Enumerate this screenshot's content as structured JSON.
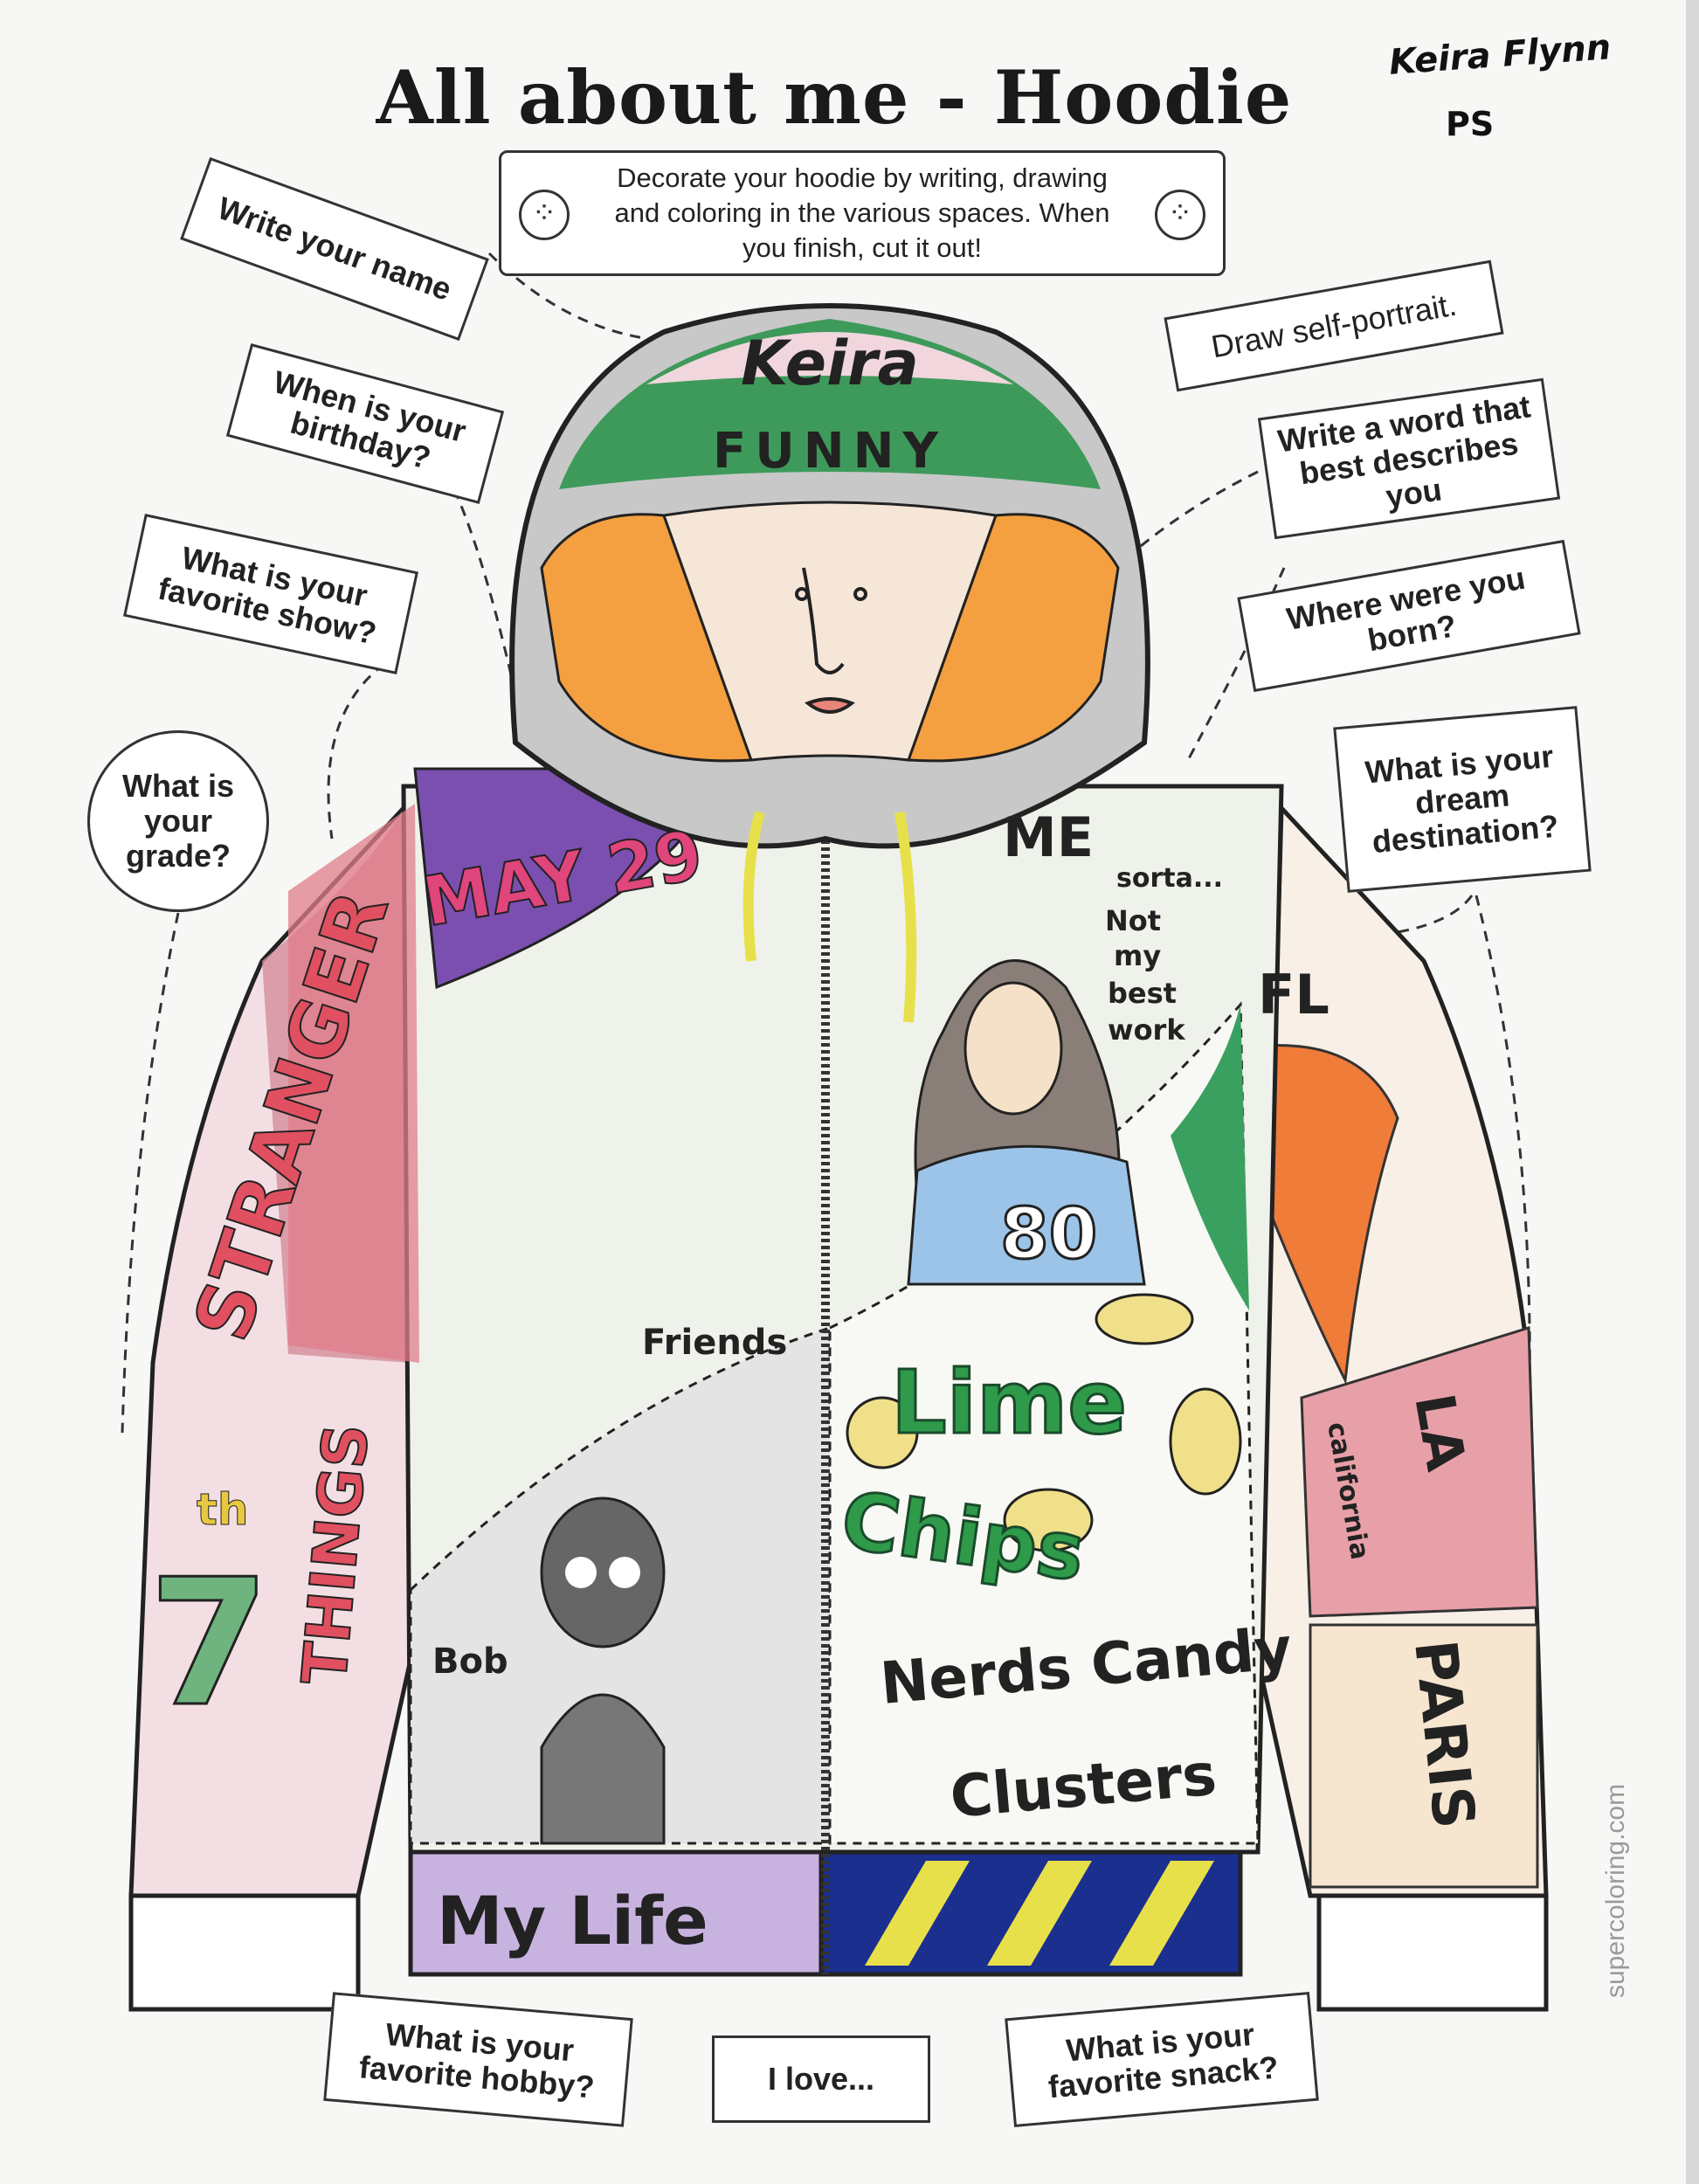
{
  "worksheet": {
    "title": "All about me - Hoodie",
    "student_name": "Keira Flynn",
    "student_initials": "PS",
    "instructions": "Decorate your hoodie by writing, drawing and coloring in the various spaces. When you finish, cut it out!",
    "watermark": "supercoloring.com"
  },
  "prompts": {
    "name": "Write your name",
    "birthday": "When is your birthday?",
    "show": "What is your favorite show?",
    "grade": "What is your grade?",
    "portrait": "Draw self-portrait.",
    "word": "Write a word that best describes you",
    "born": "Where were you born?",
    "destination": "What is your dream destination?",
    "hobby": "What is your favorite hobby?",
    "love": "I love...",
    "snack": "What is your favorite snack?"
  },
  "drawings": {
    "name": "Keira",
    "word": "FUNNY",
    "birthday": "MAY 29",
    "show_line1": "STRANGER",
    "show_line2": "THINGS",
    "grade_number": "7",
    "grade_suffix": "th",
    "portrait_label": "ME",
    "portrait_note1": "sorta...",
    "portrait_note2": "Not",
    "portrait_note3": "my",
    "portrait_note4": "best",
    "portrait_note5": "work",
    "jersey_number": "80",
    "born": "FL",
    "friends": "Friends",
    "alien_name": "Bob",
    "snack1_line1": "Lime",
    "snack1_line2": "Chips",
    "snack2_line1": "Nerds Candy",
    "snack2_line2": "Clusters",
    "destination1": "LA",
    "destination1_sub": "california",
    "destination2": "PARIS",
    "love": "My Life"
  },
  "colors": {
    "purple": "#6a3fa0",
    "pink": "#e0457b",
    "green": "#2e9a4a",
    "navy": "#1b2f8f",
    "yellow": "#e8e04a",
    "orange": "#f07c3a",
    "red_outline": "#c0302a"
  }
}
